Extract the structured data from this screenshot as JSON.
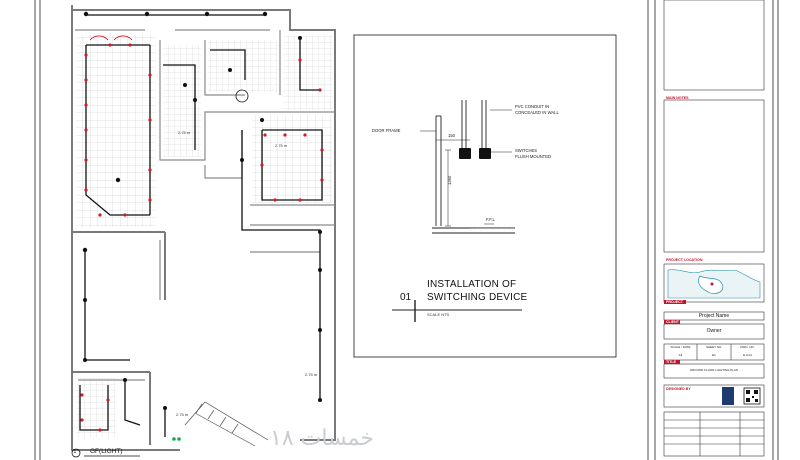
{
  "plan": {
    "title": "GF(LIGHT)",
    "view_number": "1",
    "fixture_note": "2.75 m",
    "wall_color": "#7a7a7a",
    "grid_color": "#bdbdbd",
    "wire_color": "#111111",
    "point_color": "#d21a2a"
  },
  "detail": {
    "number": "01",
    "title_line1": "INSTALLATION OF",
    "title_line2": "SWITCHING DEVICE",
    "scale": "SCALE NTS",
    "label_door_frame": "DOOR FRAME",
    "label_conduit_line1": "PVC CONDUIT IN",
    "label_conduit_line2": "CONCEALED IN WALL",
    "label_switches_line1": "SWITCHES",
    "label_switches_line2": "FLUSH MOUNTED",
    "dim_horizontal": "150",
    "dim_vertical": "1350",
    "ffl_label": "F.F.L"
  },
  "title_block": {
    "section_notes": "MAIN NOTES",
    "section_location": "PROJECT LOCATION",
    "section_project": "PROJECT",
    "project_name": "Project Name",
    "section_client": "CLIENT",
    "client_name": "Owner",
    "info_headers": [
      "SCALE / DATE",
      "SHEET NO.",
      "DWG. NO."
    ],
    "info_values": [
      "A3",
      "E1",
      "E-0.01"
    ],
    "section_title": "TITLE",
    "sheet_title": "GROUND FLOOR LIGHTING PLAN",
    "section_designer": "DESIGNED BY",
    "accent_color": "#c0152a"
  },
  "watermark": "خمسات ١٨"
}
